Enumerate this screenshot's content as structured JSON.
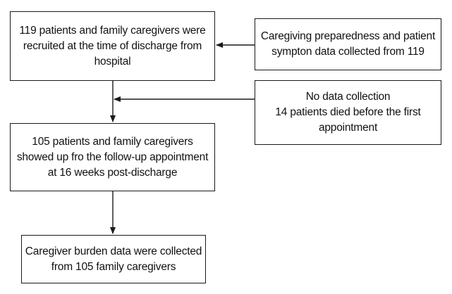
{
  "diagram": {
    "boxes": {
      "recruit": {
        "lines": [
          "119 patients and family caregivers were",
          "recruited at the time of discharge from",
          "hospital"
        ]
      },
      "prep": {
        "lines": [
          "Caregiving preparedness and patient",
          "sympton data collected from 119"
        ]
      },
      "nodata": {
        "lines": [
          "No data collection",
          "14 patients died before the first",
          "appointment"
        ]
      },
      "followup": {
        "lines": [
          "105 patients and family caregivers",
          "showed up fro the follow-up appointment",
          "at 16 weeks post-discharge"
        ]
      },
      "burden": {
        "lines": [
          "Caregiver burden data were collected",
          "from 105 family caregivers"
        ]
      }
    },
    "colors": {
      "stroke": "#1a1a1a",
      "text": "#111111",
      "background": "#ffffff"
    }
  }
}
